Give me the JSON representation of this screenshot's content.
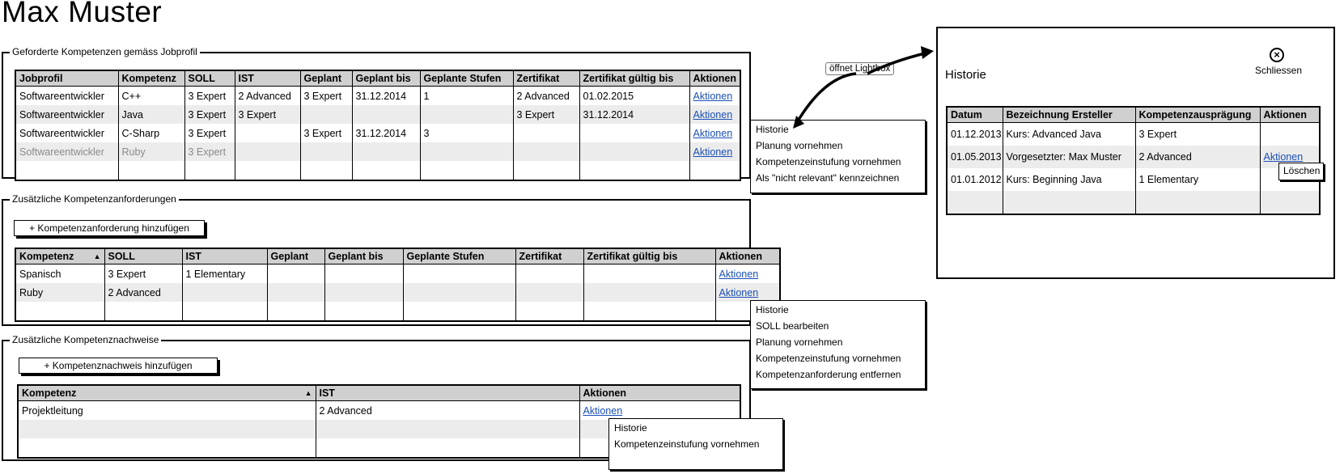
{
  "page": {
    "title": "Max Muster"
  },
  "section1": {
    "legend": "Geforderte Kompetenzen gemäss Jobprofil",
    "headers": [
      "Jobprofil",
      "Kompetenz",
      "SOLL",
      "IST",
      "Geplant",
      "Geplant bis",
      "Geplante Stufen",
      "Zertifikat",
      "Zertifikat gültig bis",
      "Aktionen"
    ],
    "rows": [
      [
        "Softwareentwickler",
        "C++",
        "3 Expert",
        "2 Advanced",
        "3 Expert",
        "31.12.2014",
        "1",
        "2 Advanced",
        "01.02.2015",
        "Aktionen"
      ],
      [
        "Softwareentwickler",
        "Java",
        "3 Expert",
        "3 Expert",
        "",
        "",
        "",
        "3 Expert",
        "31.12.2014",
        "Aktionen"
      ],
      [
        "Softwareentwickler",
        "C-Sharp",
        "3 Expert",
        "",
        "3 Expert",
        "31.12.2014",
        "3",
        "",
        "",
        "Aktionen"
      ],
      [
        "Softwareentwickler",
        "Ruby",
        "3 Expert",
        "",
        "",
        "",
        "",
        "",
        "",
        "Aktionen"
      ],
      [
        "",
        "",
        "",
        "",
        "",
        "",
        "",
        "",
        "",
        ""
      ]
    ],
    "menu": [
      "Historie",
      "Planung vornehmen",
      "Kompetenzeinstufung vornehmen",
      "Als \"nicht relevant\" kennzeichnen"
    ]
  },
  "section2": {
    "legend": "Zusätzliche Kompetenzanforderungen",
    "add_button": "+ Kompetenzanforderung hinzufügen",
    "headers": [
      "Kompetenz",
      "SOLL",
      "IST",
      "Geplant",
      "Geplant bis",
      "Geplante Stufen",
      "Zertifikat",
      "Zertifikat gültig bis",
      "Aktionen"
    ],
    "sort_glyph": "▲",
    "rows": [
      [
        "Spanisch",
        "3 Expert",
        "1 Elementary",
        "",
        "",
        "",
        "",
        "",
        "Aktionen"
      ],
      [
        "Ruby",
        "2 Advanced",
        "",
        "",
        "",
        "",
        "",
        "",
        "Aktionen"
      ],
      [
        "",
        "",
        "",
        "",
        "",
        "",
        "",
        "",
        ""
      ]
    ],
    "menu": [
      "Historie",
      "SOLL bearbeiten",
      "Planung vornehmen",
      "Kompetenzeinstufung vornehmen",
      "Kompetenzanforderung entfernen"
    ]
  },
  "section3": {
    "legend": "Zusätzliche Kompetenznachweise",
    "add_button": "+ Kompetenznachweis hinzufügen",
    "headers": [
      "Kompetenz",
      "IST",
      "Aktionen"
    ],
    "sort_glyph": "▲",
    "rows": [
      [
        "Projektleitung",
        "2 Advanced",
        "Aktionen"
      ],
      [
        "",
        "",
        ""
      ],
      [
        "",
        "",
        ""
      ]
    ],
    "menu": [
      "Historie",
      "Kompetenzeinstufung vornehmen"
    ]
  },
  "callout": {
    "text": "öffnet Lightbox"
  },
  "lightbox": {
    "title": "Historie",
    "close_label": "Schliessen",
    "close_glyph": "×",
    "headers": [
      "Datum",
      "Bezeichnung Ersteller",
      "Kompetenzausprägung",
      "Aktionen"
    ],
    "rows": [
      [
        "01.12.2013",
        "Kurs: Advanced Java",
        "3 Expert",
        ""
      ],
      [
        "01.05.2013",
        "Vorgesetzter: Max Muster",
        "2 Advanced",
        "Aktionen"
      ],
      [
        "01.01.2012",
        "Kurs: Beginning Java",
        "1 Elementary",
        ""
      ],
      [
        "",
        "",
        "",
        ""
      ]
    ],
    "delete_menu": "Löschen"
  }
}
